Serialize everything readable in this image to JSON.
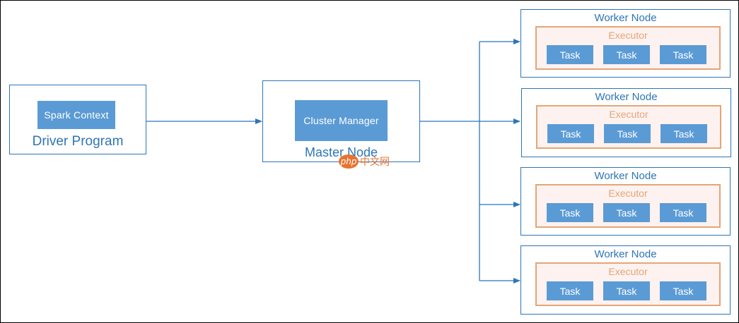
{
  "driver": {
    "context_label": "Spark Context",
    "caption": "Driver Program"
  },
  "master": {
    "manager_label": "Cluster Manager",
    "caption": "Master Node"
  },
  "workers": [
    {
      "title": "Worker Node",
      "executor_label": "Executor",
      "tasks": [
        "Task",
        "Task",
        "Task"
      ]
    },
    {
      "title": "Worker Node",
      "executor_label": "Executor",
      "tasks": [
        "Task",
        "Task",
        "Task"
      ]
    },
    {
      "title": "Worker Node",
      "executor_label": "Executor",
      "tasks": [
        "Task",
        "Task",
        "Task"
      ]
    },
    {
      "title": "Worker Node",
      "executor_label": "Executor",
      "tasks": [
        "Task",
        "Task",
        "Task"
      ]
    }
  ],
  "watermark": {
    "logo_text": "php",
    "text": "中文网"
  },
  "colors": {
    "node_border": "#2e75b6",
    "component_fill": "#5b9bd5",
    "executor_border": "#e4a577",
    "executor_fill": "#fdf2ef",
    "connector": "#2e75b6",
    "watermark": "#e8732f"
  }
}
